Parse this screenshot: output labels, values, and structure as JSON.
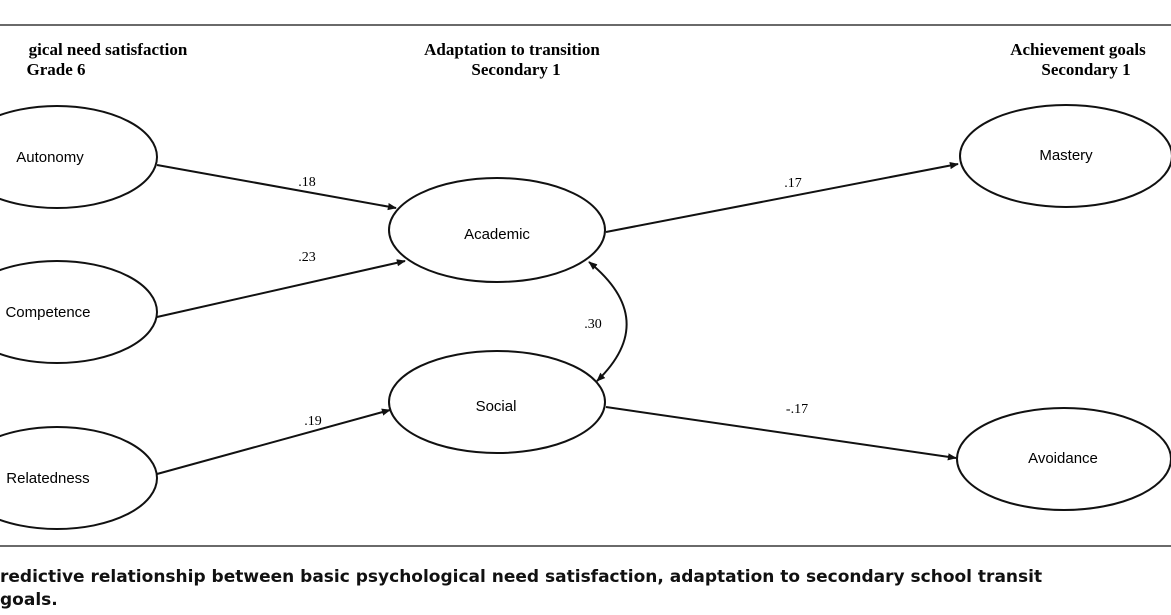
{
  "columns": {
    "left": {
      "line1": "gical need satisfaction",
      "line2": "Grade 6"
    },
    "middle": {
      "line1": "Adaptation to transition",
      "line2": "Secondary 1"
    },
    "right": {
      "line1": "Achievement goals",
      "line2": "Secondary 1"
    }
  },
  "nodes": {
    "autonomy": "Autonomy",
    "competence": "Competence",
    "relatedness": "Relatedness",
    "academic": "Academic",
    "social": "Social",
    "mastery": "Mastery",
    "avoidance": "Avoidance"
  },
  "paths": {
    "autonomy_academic": ".18",
    "competence_academic": ".23",
    "relatedness_social": ".19",
    "academic_social": ".30",
    "academic_mastery": ".17",
    "social_avoidance": "-.17"
  },
  "caption": {
    "line1": "redictive relationship between basic psychological need satisfaction, adaptation to secondary school transit",
    "line2": "goals."
  }
}
